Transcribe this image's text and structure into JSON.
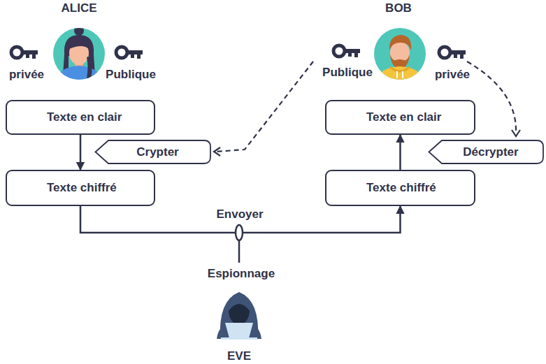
{
  "diagram": {
    "nodes": [
      {
        "text": [
          "Texte en clair"
        ]
      },
      {
        "text": [
          "Crypter"
        ]
      },
      {
        "text": [
          "Texte chiffré"
        ]
      },
      {
        "text": [
          "Texte en clair"
        ]
      },
      {
        "text": [
          "Décrypter"
        ]
      },
      {
        "text": [
          "Texte chiffré"
        ]
      }
    ],
    "edges": [
      {
        "from": 0,
        "to": 2,
        "arrow": "to"
      },
      {
        "from": 2,
        "to": 5,
        "label": "Envoyer",
        "arrow": "to"
      },
      {
        "from": 5,
        "to": 3,
        "arrow": "to"
      }
    ],
    "labels": [
      "ALICE",
      "privée",
      "Publique",
      "BOB",
      "Publique",
      "privée",
      "Espionnage",
      "EVE"
    ]
  }
}
